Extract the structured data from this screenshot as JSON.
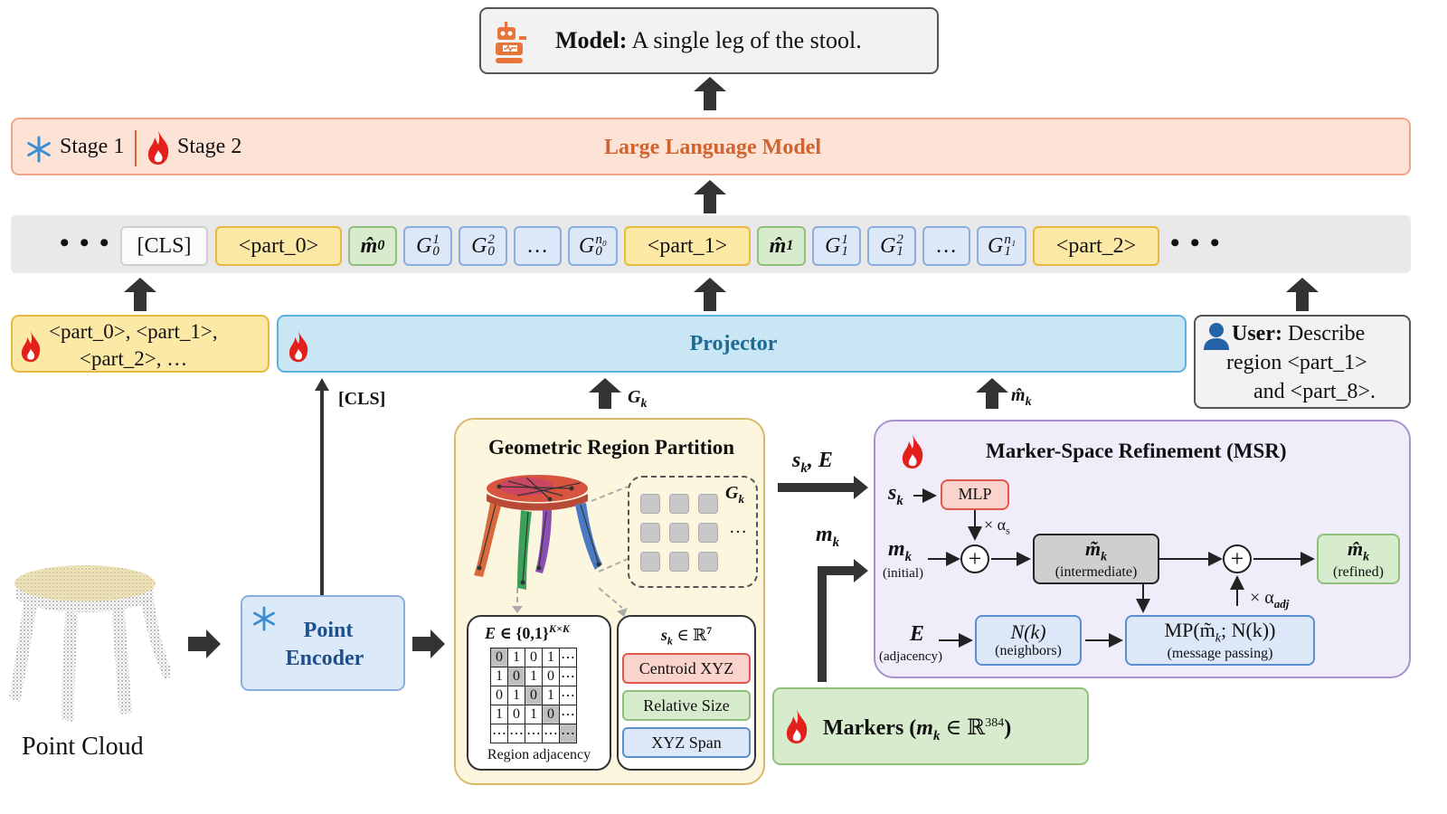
{
  "model_output": {
    "prefix": "Model:",
    "text": "A single leg of the stool."
  },
  "llm": {
    "title": "Large Language Model",
    "stage1": "Stage 1",
    "stage2": "Stage 2"
  },
  "sequence": {
    "cls": "[CLS]",
    "part0": "<part_0>",
    "part1": "<part_1>",
    "part2": "<part_2>",
    "m0_base": "m̂",
    "m0_sub": "0",
    "m1_base": "m̂",
    "m1_sub": "1",
    "g0": [
      {
        "base": "G",
        "sub": "0",
        "sup": "1"
      },
      {
        "base": "G",
        "sub": "0",
        "sup": "2"
      },
      {
        "base": "G",
        "sub": "0",
        "sup": "n₀"
      }
    ],
    "g1": [
      {
        "base": "G",
        "sub": "1",
        "sup": "1"
      },
      {
        "base": "G",
        "sub": "1",
        "sup": "2"
      },
      {
        "base": "G",
        "sub": "1",
        "sup": "n₁"
      }
    ],
    "ellipsis": "…",
    "more": "• • •"
  },
  "part_tokens": {
    "line1": "<part_0>, <part_1>,",
    "line2": "<part_2>, …"
  },
  "projector": {
    "label": "Projector"
  },
  "user": {
    "prefix": "User:",
    "line1": "Describe",
    "line2": "region <part_1>",
    "line3": "and <part_8>."
  },
  "labels": {
    "cls": "[CLS]",
    "gk_base": "G",
    "gk_sub": "k",
    "mk_hat_base": "m̂",
    "mk_hat_sub": "k"
  },
  "point_cloud": {
    "label": "Point Cloud"
  },
  "encoder": {
    "line1": "Point",
    "line2": "Encoder"
  },
  "grp": {
    "title": "Geometric Region Partition",
    "gk_base": "G",
    "gk_sub": "k",
    "grid_more": "…",
    "adj_title_base": "E",
    "adj_title_rest": "∈ {0,1}",
    "adj_title_sup": "K×K",
    "adj_caption": "Region adjacency",
    "adj_rows": [
      [
        "0",
        "1",
        "0",
        "1",
        "⋯"
      ],
      [
        "1",
        "0",
        "1",
        "0",
        "⋯"
      ],
      [
        "0",
        "1",
        "0",
        "1",
        "⋯"
      ],
      [
        "1",
        "0",
        "1",
        "0",
        "⋯"
      ],
      [
        "⋯",
        "⋯",
        "⋯",
        "⋯",
        "⋯"
      ]
    ],
    "feat_title_base": "s",
    "feat_title_sub": "k",
    "feat_title_rest": "∈ ℝ",
    "feat_title_sup": "7",
    "features": [
      "Centroid XYZ",
      "Relative Size",
      "XYZ Span"
    ]
  },
  "flows": {
    "sk_e": "s",
    "sk_sub": "k",
    "e": "E",
    "mk": "m",
    "mk_sub": "k"
  },
  "markers": {
    "prefix": "Markers (",
    "mk": "m",
    "mk_sub": "k",
    "rest": " ∈ ℝ",
    "sup": "384",
    "close": ")"
  },
  "msr": {
    "title": "Marker-Space Refinement (MSR)",
    "mlp": "MLP",
    "sk": "s",
    "sk_sub": "k",
    "alpha_s": "× α",
    "alpha_s_sub": "s",
    "mk": "m",
    "mk_sub": "k",
    "initial": "(initial)",
    "intermediate_base": "m̃",
    "intermediate_sub": "k",
    "intermediate": "(intermediate)",
    "refined_base": "m̂",
    "refined_sub": "k",
    "refined": "(refined)",
    "alpha_adj": "× α",
    "alpha_adj_sub": "adj",
    "e": "E",
    "adjacency": "(adjacency)",
    "nk": "N(k)",
    "neighbors": "(neighbors)",
    "mp": "MP(m̃",
    "mp_sub": "k",
    "mp_rest": "; N(k))",
    "message_passing": "(message passing)",
    "plus": "+"
  },
  "colors": {
    "llm_fill": "#fde2d6",
    "llm_border": "#f0a58a",
    "llm_text": "#d1632e",
    "projector_fill": "#c9e6f5",
    "projector_border": "#5bb2dc",
    "projector_text": "#1d6a94",
    "msr_fill": "#f1ecfa",
    "msr_border": "#a891cf",
    "grp_fill": "#fdf6df",
    "grp_border": "#d8b96a"
  }
}
